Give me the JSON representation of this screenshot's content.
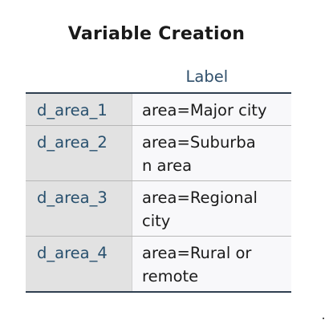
{
  "title": "Variable Creation",
  "table": {
    "column_header": "Label",
    "rows": [
      {
        "name": "d_area_1",
        "label_lines": [
          "area=Major city"
        ]
      },
      {
        "name": "d_area_2",
        "label_lines": [
          "area=Suburba",
          "n area"
        ]
      },
      {
        "name": "d_area_3",
        "label_lines": [
          "area=Regional",
          "city"
        ]
      },
      {
        "name": "d_area_4",
        "label_lines": [
          "area=Rural or",
          "remote"
        ]
      }
    ]
  },
  "corner_mark": "."
}
